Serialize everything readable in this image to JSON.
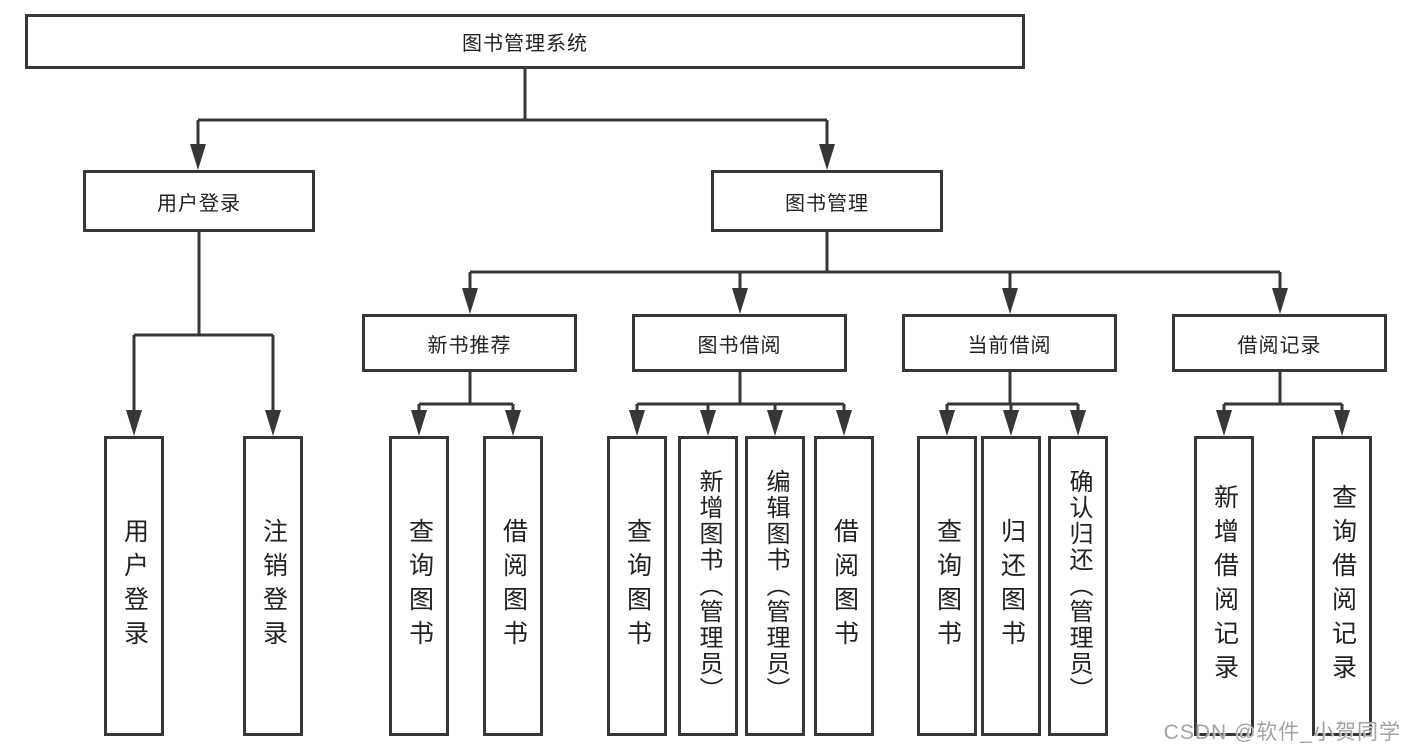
{
  "watermark": "CSDN @软件_小贺同学",
  "tree": {
    "root": {
      "label": "图书管理系统"
    },
    "branches": [
      {
        "label": "用户登录",
        "leaves": [
          {
            "label": "用户登录"
          },
          {
            "label": "注销登录"
          }
        ]
      },
      {
        "label": "图书管理",
        "groups": [
          {
            "label": "新书推荐",
            "leaves": [
              {
                "label": "查询图书"
              },
              {
                "label": "借阅图书"
              }
            ]
          },
          {
            "label": "图书借阅",
            "leaves": [
              {
                "label": "查询图书"
              },
              {
                "label": "新增图书（管理员）"
              },
              {
                "label": "编辑图书（管理员）"
              },
              {
                "label": "借阅图书"
              }
            ]
          },
          {
            "label": "当前借阅",
            "leaves": [
              {
                "label": "查询图书"
              },
              {
                "label": "归还图书"
              },
              {
                "label": "确认归还（管理员）"
              }
            ]
          },
          {
            "label": "借阅记录",
            "leaves": [
              {
                "label": "新增借阅记录"
              },
              {
                "label": "查询借阅记录"
              }
            ]
          }
        ]
      }
    ]
  },
  "colors": {
    "line": "#373737",
    "text": "#222222",
    "watermark": "#a3a3a3"
  }
}
